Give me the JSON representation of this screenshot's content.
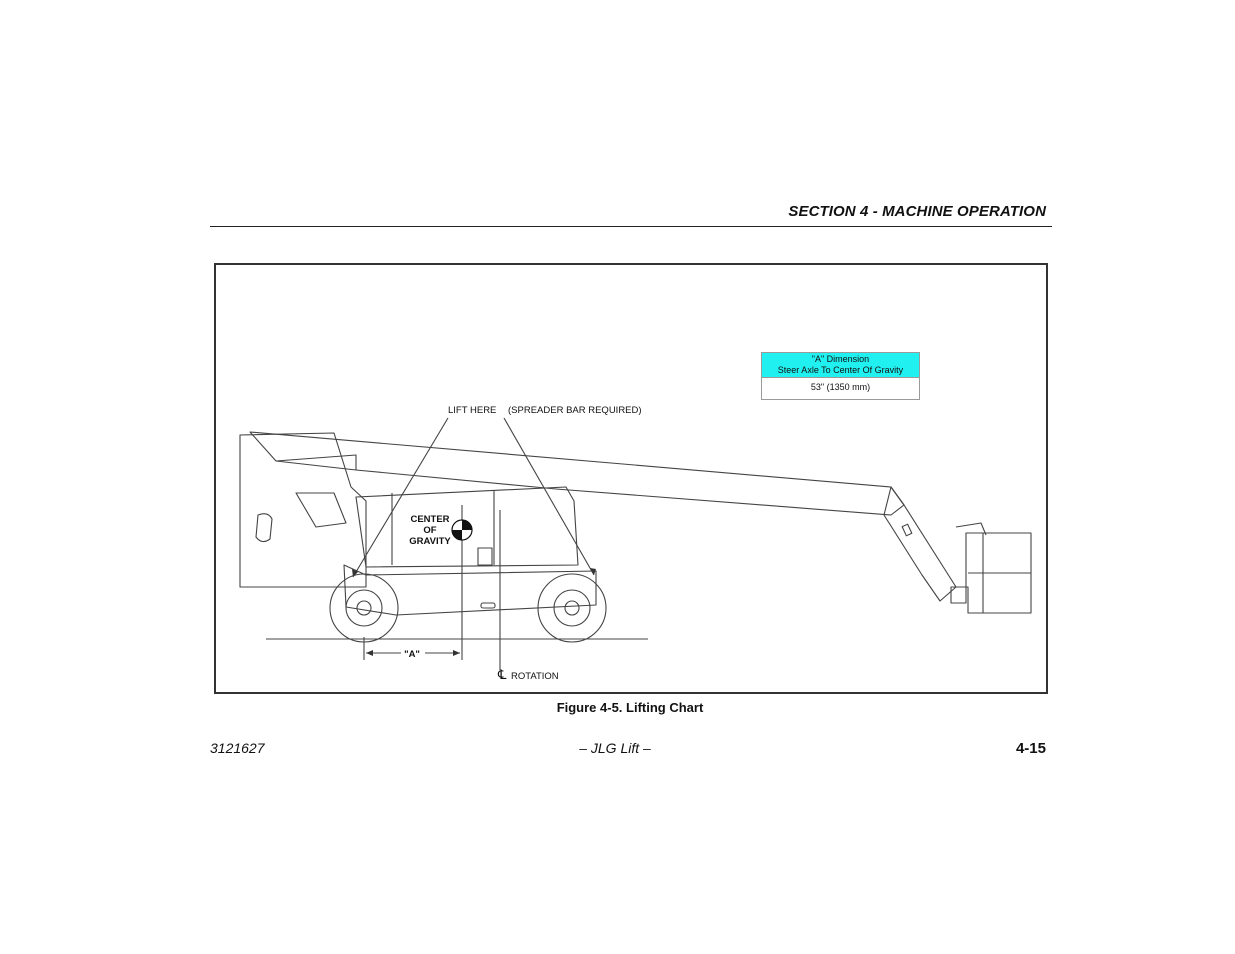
{
  "header": {
    "section_title": "SECTION 4 - MACHINE OPERATION"
  },
  "figure": {
    "caption": "Figure 4-5. Lifting Chart",
    "labels": {
      "lift_here": "LIFT HERE",
      "spreader_bar": "(SPREADER BAR REQUIRED)",
      "center": "CENTER",
      "of": "OF",
      "gravity": "GRAVITY",
      "a_dimension_marker": "\"A\"",
      "rotation_symbol": "℄",
      "rotation": "ROTATION"
    },
    "dimension_table": {
      "header_line1": "\"A\" Dimension",
      "header_line2": "Steer Axle To Center Of Gravity",
      "value": "53\" (1350 mm)"
    }
  },
  "footer": {
    "doc_number": "3121627",
    "center_text": "– JLG Lift –",
    "page_number": "4-15"
  }
}
